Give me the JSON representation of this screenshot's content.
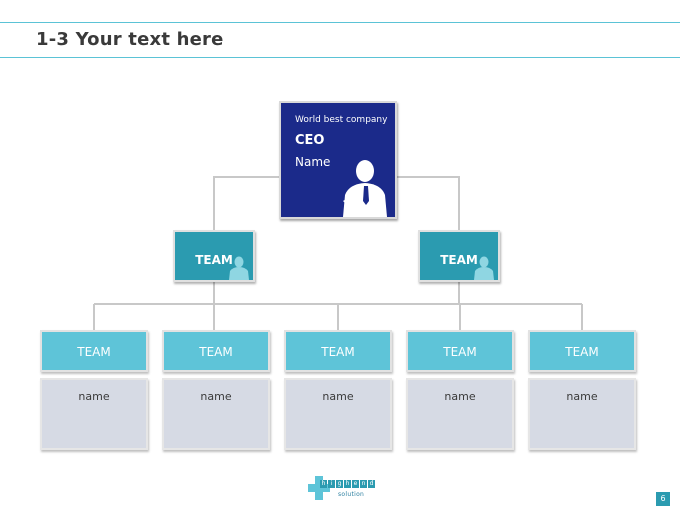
{
  "slide": {
    "title": "1-3 Your text here",
    "page_number": "6"
  },
  "ceo": {
    "company": "World best company",
    "title": "CEO",
    "name": "Name"
  },
  "mid_teams": [
    {
      "label": "TEAM"
    },
    {
      "label": "TEAM"
    }
  ],
  "teams": [
    {
      "label": "TEAM",
      "name": "name"
    },
    {
      "label": "TEAM",
      "name": "name"
    },
    {
      "label": "TEAM",
      "name": "name"
    },
    {
      "label": "TEAM",
      "name": "name"
    },
    {
      "label": "TEAM",
      "name": "name"
    }
  ],
  "logo": {
    "letters": [
      "h",
      "i",
      "g",
      "h",
      "e",
      "n",
      "d"
    ],
    "subtitle": "solution"
  },
  "colors": {
    "accent_line": "#5bc3d6",
    "ceo_fill": "#1b2a8a",
    "mid_team_fill": "#2b9bb0",
    "team_head_fill": "#5ec4d8",
    "team_body_fill": "#d6dae4",
    "connector": "#c8c8c8"
  },
  "icons": {
    "ceo": "person-silhouette-icon",
    "mid_team": "person-silhouette-icon",
    "logo": "cross-logo-icon"
  }
}
